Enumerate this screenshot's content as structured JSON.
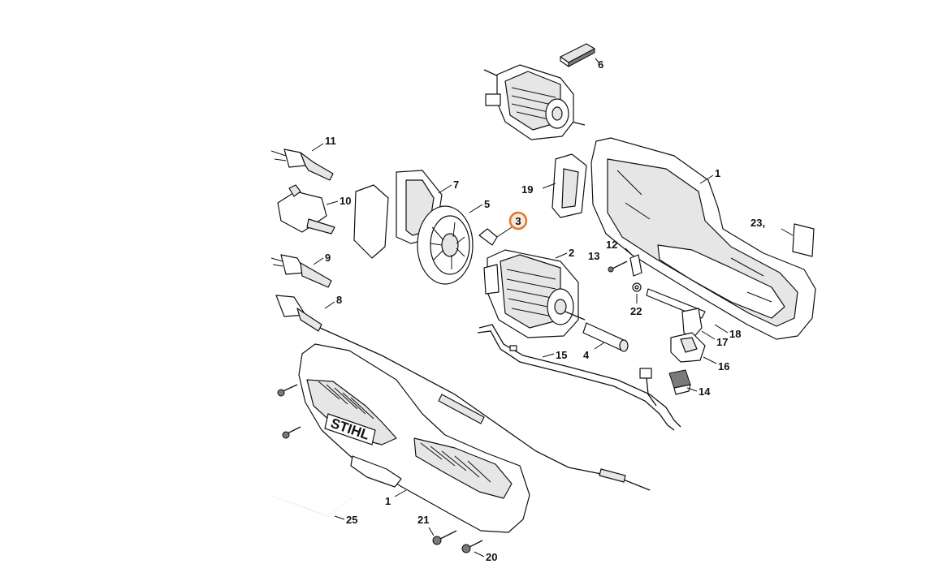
{
  "brand": "STIHL",
  "highlight": {
    "label": "3",
    "color": "#e0782f"
  },
  "parts": {
    "p1a": "1",
    "p1b": "1",
    "p2": "2",
    "p4": "4",
    "p5": "5",
    "p6": "6",
    "p7": "7",
    "p8": "8",
    "p9": "9",
    "p10": "10",
    "p11": "11",
    "p12": "12",
    "p13": "13",
    "p14": "14",
    "p15": "15",
    "p16": "16",
    "p17": "17",
    "p18": "18",
    "p19": "19",
    "p20": "20",
    "p21": "21",
    "p22": "22",
    "p23": "23,",
    "p25": "25"
  }
}
